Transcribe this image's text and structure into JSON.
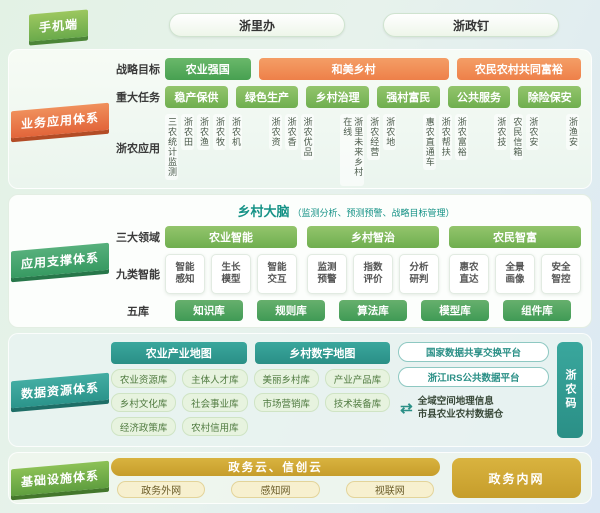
{
  "mobile": {
    "tag": "手机端",
    "apps": [
      "浙里办",
      "浙政钉"
    ]
  },
  "business": {
    "tag": "业务应用体系",
    "strategy": {
      "label": "战略目标",
      "items": [
        "农业强国",
        "和美乡村",
        "农民农村共同富裕"
      ]
    },
    "tasks": {
      "label": "重大任务",
      "items": [
        "稳产保供",
        "绿色生产",
        "乡村治理",
        "强村富民",
        "公共服务",
        "除险保安"
      ]
    },
    "apps": {
      "label": "浙农应用",
      "groups": [
        [
          "三农统计监测",
          "浙农田",
          "浙农渔",
          "浙农牧",
          "浙农机"
        ],
        [
          "浙农资",
          "浙农香",
          "浙农优品"
        ],
        [
          "浙里未来乡村在线",
          "浙农经营",
          "浙农地"
        ],
        [
          "惠农直通车",
          "浙农帮扶",
          "浙农富裕"
        ],
        [
          "浙农技",
          "农民信箱",
          "浙农安"
        ],
        [
          "浙渔安"
        ]
      ]
    }
  },
  "support": {
    "tag": "应用支撑体系",
    "brain": {
      "title": "乡村大脑",
      "note": "（监测分析、预测预警、战略目标管理）"
    },
    "domains": {
      "label": "三大领域",
      "items": [
        "农业智能",
        "乡村智治",
        "农民智富"
      ]
    },
    "intelligence": {
      "label": "九类智能",
      "items": [
        "智能感知",
        "生长模型",
        "智能交互",
        "监测预警",
        "指数评价",
        "分析研判",
        "惠农直达",
        "全景画像",
        "安全智控"
      ]
    },
    "libraries": {
      "label": "五库",
      "items": [
        "知识库",
        "规则库",
        "算法库",
        "模型库",
        "组件库"
      ]
    }
  },
  "data_layer": {
    "tag": "数据资源体系",
    "maps": [
      "农业产业地图",
      "乡村数字地图"
    ],
    "platforms": [
      "国家数据共享交换平台",
      "浙江IRS公共数据平台"
    ],
    "databases": [
      "农业资源库",
      "主体人才库",
      "美丽乡村库",
      "产业产品库",
      "乡村文化库",
      "社会事业库",
      "市场营销库",
      "技术装备库",
      "经济政策库",
      "农村信用库"
    ],
    "geo": {
      "arrow": "⇄",
      "line1": "全域空间地理信息",
      "line2": "市县农业农村数据仓"
    },
    "code_tag": "浙农码"
  },
  "infra": {
    "tag": "基础设施体系",
    "cloud": "政务云、信创云",
    "networks": [
      "政务外网",
      "感知网",
      "视联网"
    ],
    "intranet": "政务内网"
  },
  "colors": {
    "accent_green": "#5fae4f",
    "accent_orange": "#ee8049",
    "accent_teal": "#2a8f86",
    "accent_gold": "#c69d2b"
  }
}
